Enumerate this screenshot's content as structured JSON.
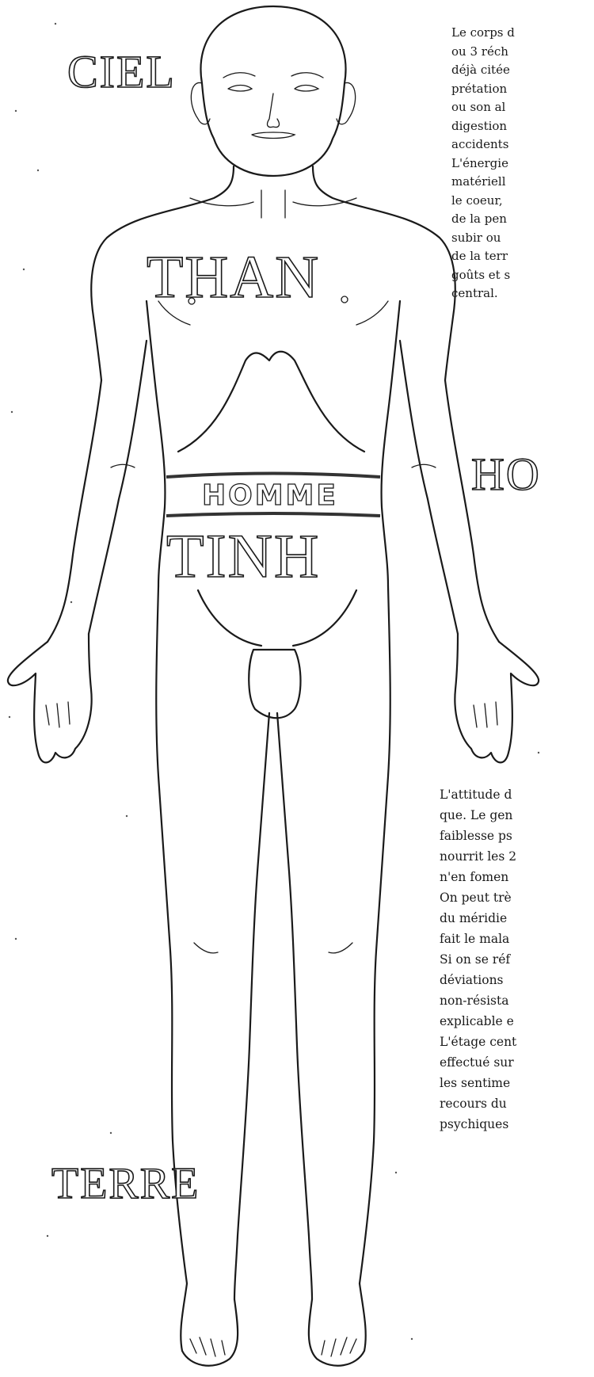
{
  "labels": {
    "ciel": "CIEL",
    "than": "THAN",
    "homme_center": "HOMME",
    "tinh": "TINH",
    "homme_right": "HO",
    "terre": "TERRE"
  },
  "text_top": {
    "lines": [
      "Le corps d",
      "ou 3 réch",
      "déjà citée",
      "prétation",
      "ou son al",
      "digestion",
      "accidents",
      "L'énergie",
      "matériell",
      "le coeur,",
      "de la pen",
      "subir ou",
      "de la terr",
      "goûts et s",
      "central."
    ]
  },
  "text_bottom": {
    "lines": [
      "L'attitude d",
      "que. Le gen",
      "faiblesse ps",
      "nourrit les 2",
      "n'en fomen",
      "On peut trè",
      "du méridie",
      "fait le mala",
      "Si on se réf",
      "déviations",
      "non-résista",
      "explicable e",
      "L'étage cent",
      "effectué sur",
      "les sentime",
      "recours du",
      "psychiques"
    ]
  }
}
